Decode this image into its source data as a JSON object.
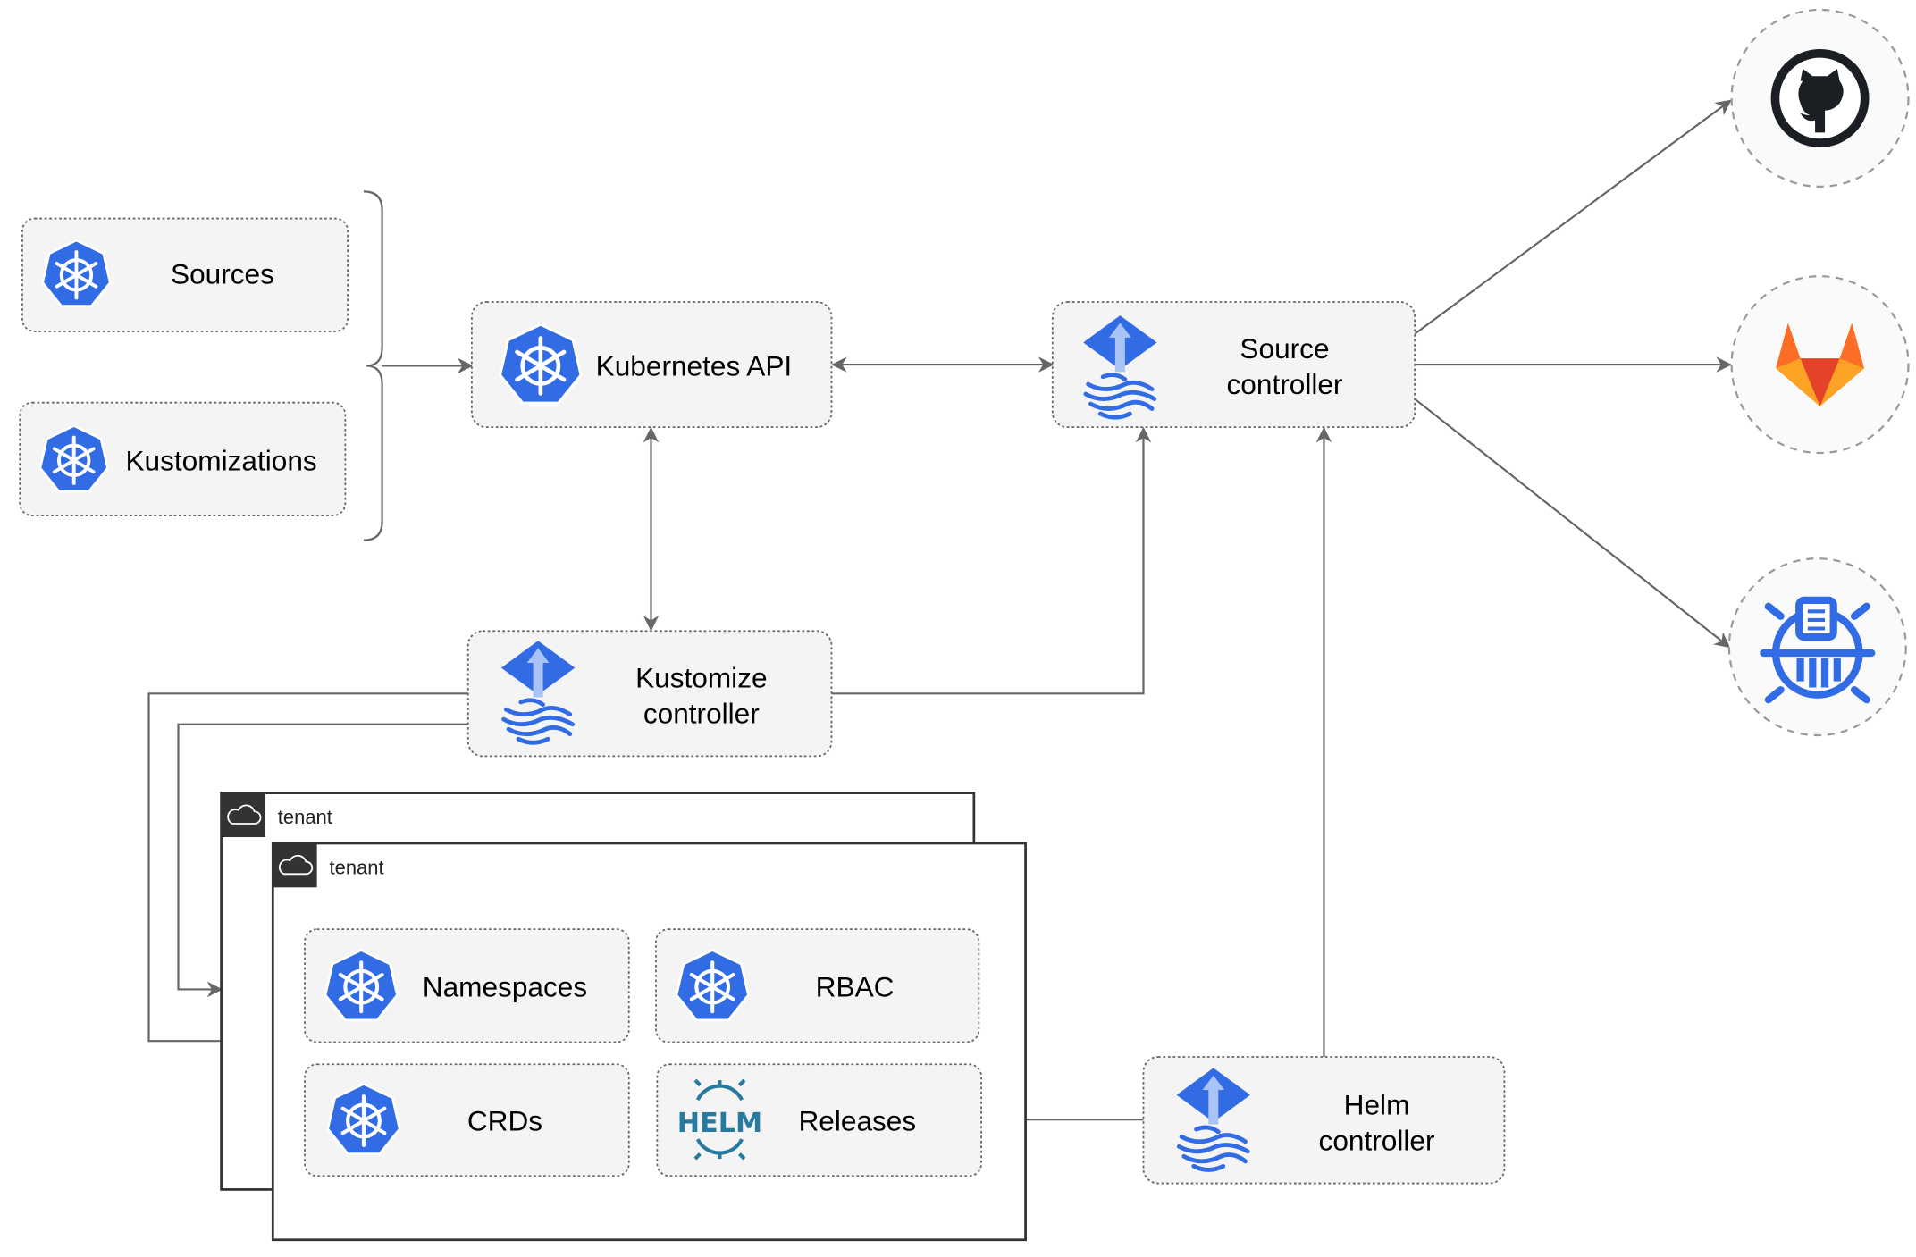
{
  "nodes": {
    "sources": {
      "label": "Sources",
      "icon": "kubernetes-icon"
    },
    "kustomizations": {
      "label": "Kustomizations",
      "icon": "kubernetes-icon"
    },
    "kubernetes_api": {
      "label": "Kubernetes API",
      "icon": "kubernetes-icon"
    },
    "source_controller": {
      "lines": [
        "Source",
        "controller"
      ],
      "icon": "flux-icon"
    },
    "kustomize_controller": {
      "lines": [
        "Kustomize",
        "controller"
      ],
      "icon": "flux-icon"
    },
    "helm_controller": {
      "lines": [
        "Helm",
        "controller"
      ],
      "icon": "flux-icon"
    },
    "namespaces": {
      "label": "Namespaces",
      "icon": "kubernetes-icon"
    },
    "rbac": {
      "label": "RBAC",
      "icon": "kubernetes-icon"
    },
    "crds": {
      "label": "CRDs",
      "icon": "kubernetes-icon"
    },
    "releases": {
      "label": "Releases",
      "icon": "helm-icon",
      "logo_text": "HELM"
    }
  },
  "tenants": [
    {
      "label": "tenant",
      "icon": "cloud-icon"
    },
    {
      "label": "tenant",
      "icon": "cloud-icon"
    }
  ],
  "external_sources": [
    {
      "icon": "github-icon"
    },
    {
      "icon": "gitlab-icon"
    },
    {
      "icon": "bucket-icon"
    }
  ],
  "colors": {
    "kubernetes_blue": "#326ce5",
    "edge": "#666666",
    "box_fill": "#f4f4f4",
    "tenant_header": "#333333",
    "github": "#1b1f23",
    "gitlab_orange": "#e24329",
    "helm_blue": "#277a9f"
  }
}
